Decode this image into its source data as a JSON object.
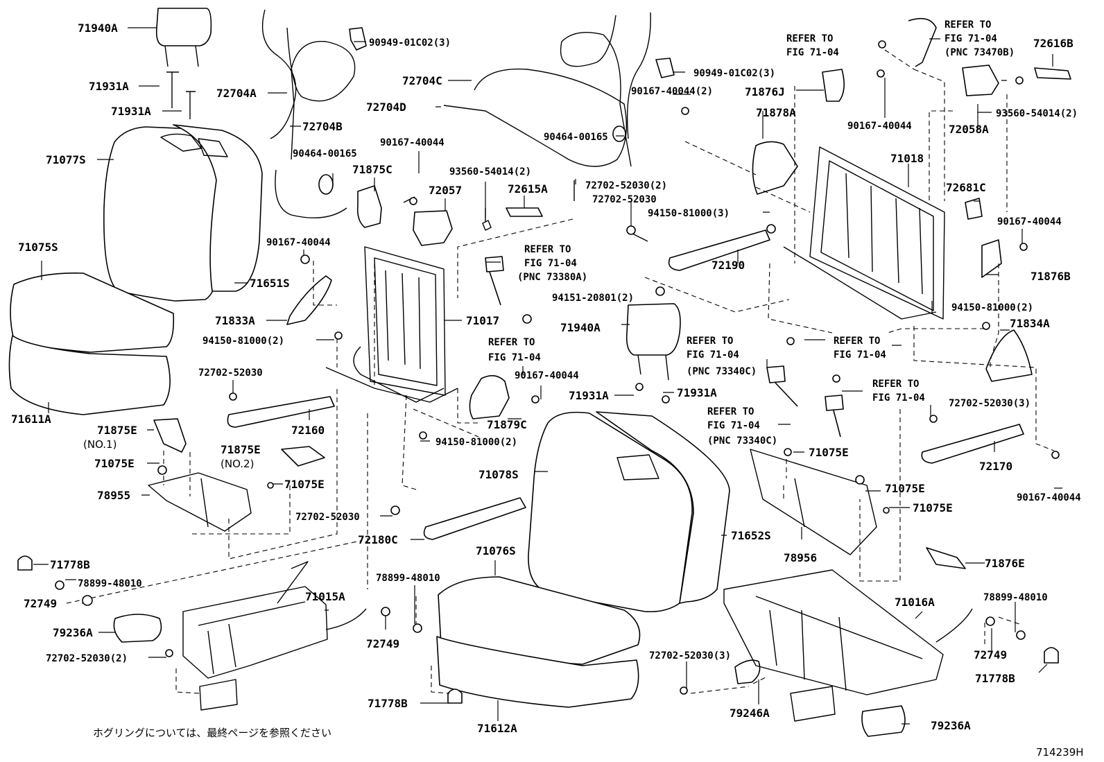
{
  "labels": {
    "l01": "71940A",
    "l02": "71931A",
    "l03": "71931A",
    "l04": "71077S",
    "l05": "71075S",
    "l06": "71651S",
    "l07": "71611A",
    "l08": "72704A",
    "l09": "72704B",
    "l10": "90464-00165",
    "l11": "90949-01C02(3)",
    "l12": "72704C",
    "l13": "72704D",
    "l14": "90167-40044",
    "l15": "71875C",
    "l16": "72057",
    "l17": "93560-54014(2)",
    "l18": "72615A",
    "l19": "90167-40044",
    "l20": "71833A",
    "l21": "94150-81000(2)",
    "l22": "71017",
    "l23": "72702-52030",
    "l24": "72160",
    "l25": "71875E",
    "l26": "(NO.1)",
    "l27": "71075E",
    "l28": "71875E",
    "l29": "(NO.2)",
    "l30": "71075E",
    "l31": "78955",
    "l32": "72702-52030",
    "l33": "72180C",
    "l34": "REFER TO",
    "l35": "FIG 71-04",
    "l36": "(PNC 73380A)",
    "l37": "REFER TO",
    "l38": "FIG 71-04",
    "l39": "90167-40044",
    "l40": "71879C",
    "l41": "94150-81000(2)",
    "l42": "71940A",
    "l43": "71931A",
    "l44": "71931A",
    "l45": "71078S",
    "l46": "71652S",
    "l47": "71076S",
    "l48": "90949-01C02(3)",
    "l49": "90464-00165",
    "l50": "72702-52030(2)",
    "l51": "72702-52030",
    "l52": "94150-81000(3)",
    "l53": "72190",
    "l54": "94151-20801(2)",
    "l55": "REFER TO",
    "l56": "FIG 71-04",
    "l57": "(PNC 73340C)",
    "l58": "REFER TO",
    "l59": "FIG 71-04",
    "l60": "(PNC 73340C)",
    "l61": "71075E",
    "l62": "REFER TO",
    "l63": "FIG 71-04",
    "l64": "90167-40044(2)",
    "l65": "71876J",
    "l66": "90167-40044",
    "l67": "71878A",
    "l68": "REFER TO",
    "l69": "FIG 71-04",
    "l70": "(PNC 73470B)",
    "l71": "72616B",
    "l72": "93560-54014(2)",
    "l73": "72058A",
    "l74": "71018",
    "l75": "72681C",
    "l76": "90167-40044",
    "l77": "71876B",
    "l78": "94150-81000(2)",
    "l79": "71834A",
    "l80": "REFER TO",
    "l81": "FIG 71-04",
    "l82": "REFER TO",
    "l83": "FIG 71-04",
    "l84": "72702-52030(3)",
    "l85": "72170",
    "l86": "90167-40044",
    "l87": "71075E",
    "l88": "71075E",
    "l89": "78956",
    "l90": "71876E",
    "l91": "71778B",
    "l92": "78899-48010",
    "l93": "72749",
    "l94": "79236A",
    "l95": "72702-52030(2)",
    "l96": "71015A",
    "l97": "78899-48010",
    "l98": "72749",
    "l99": "71778B",
    "l100": "71612A",
    "l101": "72702-52030(3)",
    "l102": "79246A",
    "l103": "71016A",
    "l104": "78899-48010",
    "l105": "72749",
    "l106": "71778B",
    "l107": "79236A"
  },
  "footer": {
    "note": "ホグリングについては、最終ページを参照ください",
    "code": "714239H"
  }
}
